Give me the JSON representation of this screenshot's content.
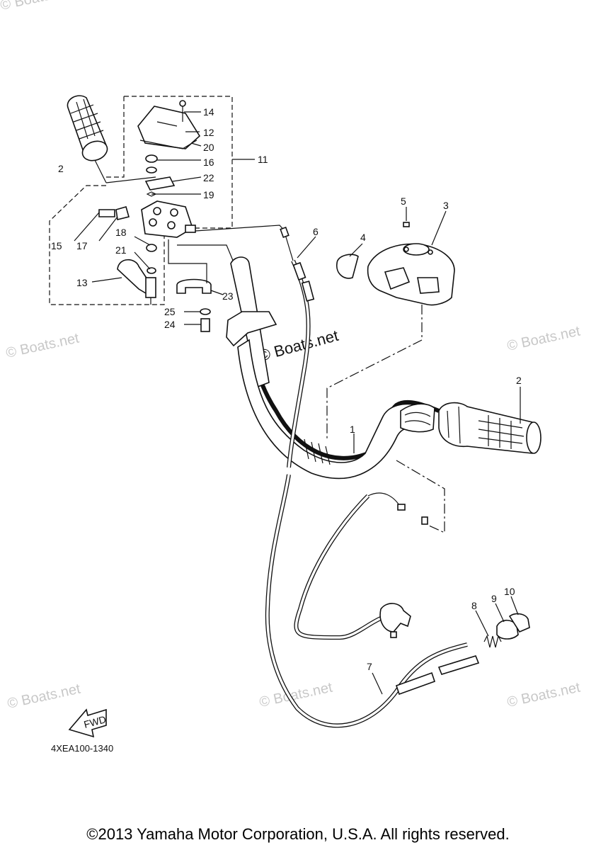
{
  "diagram": {
    "part_labels": [
      "1",
      "2",
      "2",
      "3",
      "4",
      "5",
      "6",
      "7",
      "8",
      "9",
      "10",
      "11",
      "12",
      "13",
      "14",
      "15",
      "16",
      "17",
      "18",
      "19",
      "20",
      "21",
      "22",
      "23",
      "24",
      "25"
    ],
    "watermarks": [
      "© Boats.net",
      "© Boats.net",
      "© Boats.net",
      "© Boats.net",
      "© Boats.net",
      "© Boats.net",
      "© Boats.net"
    ],
    "fwd_label": "FWD",
    "drawing_code": "4XEA100-1340"
  },
  "footer": {
    "copyright": "©2013 Yamaha Motor Corporation, U.S.A. All rights reserved."
  }
}
